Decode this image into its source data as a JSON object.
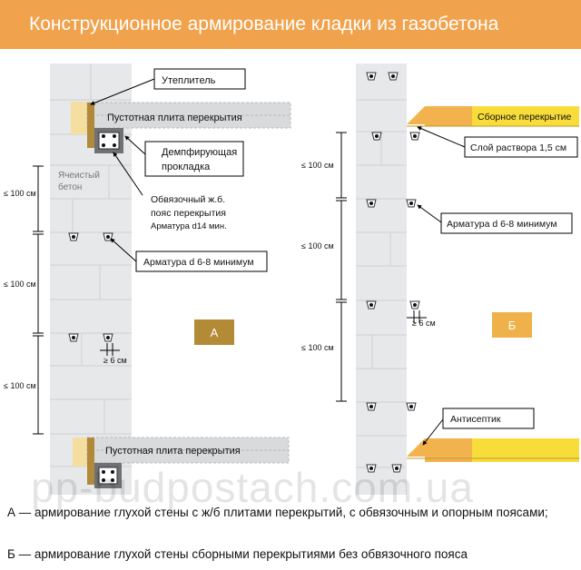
{
  "header": {
    "title": "Конструкционное армирование кладки из газобетона"
  },
  "colors": {
    "header_bg": "#f0a24c",
    "block_fill": "#e7e8ea",
    "block_line": "#cfd1d4",
    "slab_fill": "#d9dadc",
    "precast_yellow": "#f7dc3a",
    "precast_orange": "#f2b24d",
    "label_box_a": "#b38a35",
    "label_box_b": "#efb24a"
  },
  "diagram_a": {
    "label_insulation": "Утеплитель",
    "label_slab_top": "Пустотная плита перекрытия",
    "label_damper_1": "Демпфирующая",
    "label_damper_2": "прокладка",
    "label_cellular_1": "Ячеистый",
    "label_cellular_2": "бетон",
    "label_belt_1": "Обвязочный ж.б.",
    "label_belt_2": "пояс перекрытия",
    "label_belt_3": "Арматура d14 мин.",
    "label_rebar": "Арматура d 6-8 минимум",
    "dim_100_1": "≤ 100 см",
    "dim_100_2": "≤ 100 см",
    "dim_100_3": "≤ 100 см",
    "dim_6": "≥ 6 см",
    "label_slab_bottom": "Пустотная плита перекрытия",
    "letter": "А"
  },
  "diagram_b": {
    "label_precast": "Сборное перекрытие",
    "label_mortar": "Слой раствора 1,5 см",
    "label_rebar": "Арматура d 6-8 минимум",
    "dim_100_1": "≤ 100 см",
    "dim_100_2": "≤ 100 см",
    "dim_100_3": "≤ 100 см",
    "dim_6": "≥ 6 см",
    "label_antiseptic": "Антисептик",
    "letter": "Б"
  },
  "watermark": "pp-budpostach.com.ua",
  "caption_a": "А — армирование глухой стены с ж/б плитами перекрытий, с обвязочным и опорным поясами;",
  "caption_b": "Б — армирование глухой стены сборными перекрытиями без обвязочного пояса"
}
